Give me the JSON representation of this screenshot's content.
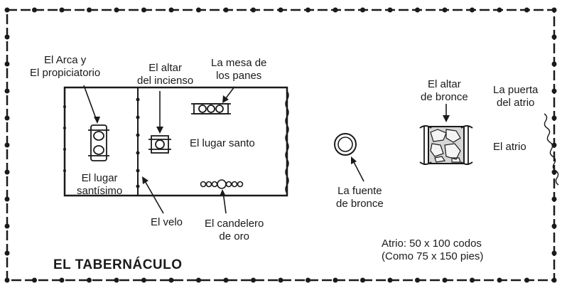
{
  "diagram": {
    "title": "EL TABERNÁCULO",
    "labels": {
      "arca": [
        "El Arca y",
        "El propiciatorio"
      ],
      "altar_incienso": [
        "El altar",
        "del incienso"
      ],
      "mesa_panes": [
        "La mesa de",
        "los panes"
      ],
      "lugar_santo": "El lugar santo",
      "lugar_santisimo": [
        "El lugar",
        "santísimo"
      ],
      "velo": "El velo",
      "candelero": [
        "El candelero",
        "de oro"
      ],
      "fuente": [
        "La fuente",
        "de bronce"
      ],
      "altar_bronce": [
        "El altar",
        "de bronce"
      ],
      "puerta": [
        "La puerta",
        "del atrio"
      ],
      "atrio": "El atrio",
      "medidas": [
        "Atrio: 50 x 100 codos",
        "(Como 75 x 150 pies)"
      ]
    }
  }
}
